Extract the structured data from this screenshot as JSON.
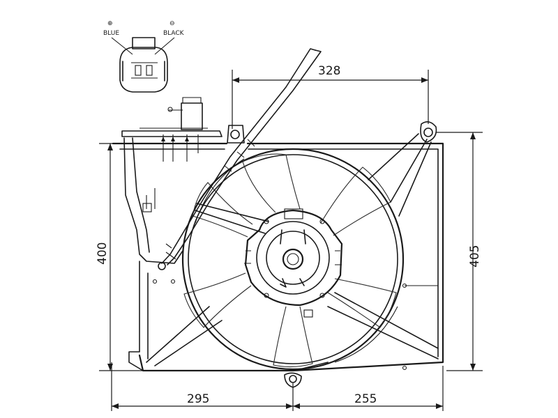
{
  "connector": {
    "positive_symbol": "⊕",
    "negative_symbol": "⊖",
    "positive_label": "BLUE",
    "negative_label": "BLACK"
  },
  "dimensions": {
    "top_width": "328",
    "left_height": "400",
    "right_height": "405",
    "bottom_left_width": "295",
    "bottom_right_width": "255"
  }
}
